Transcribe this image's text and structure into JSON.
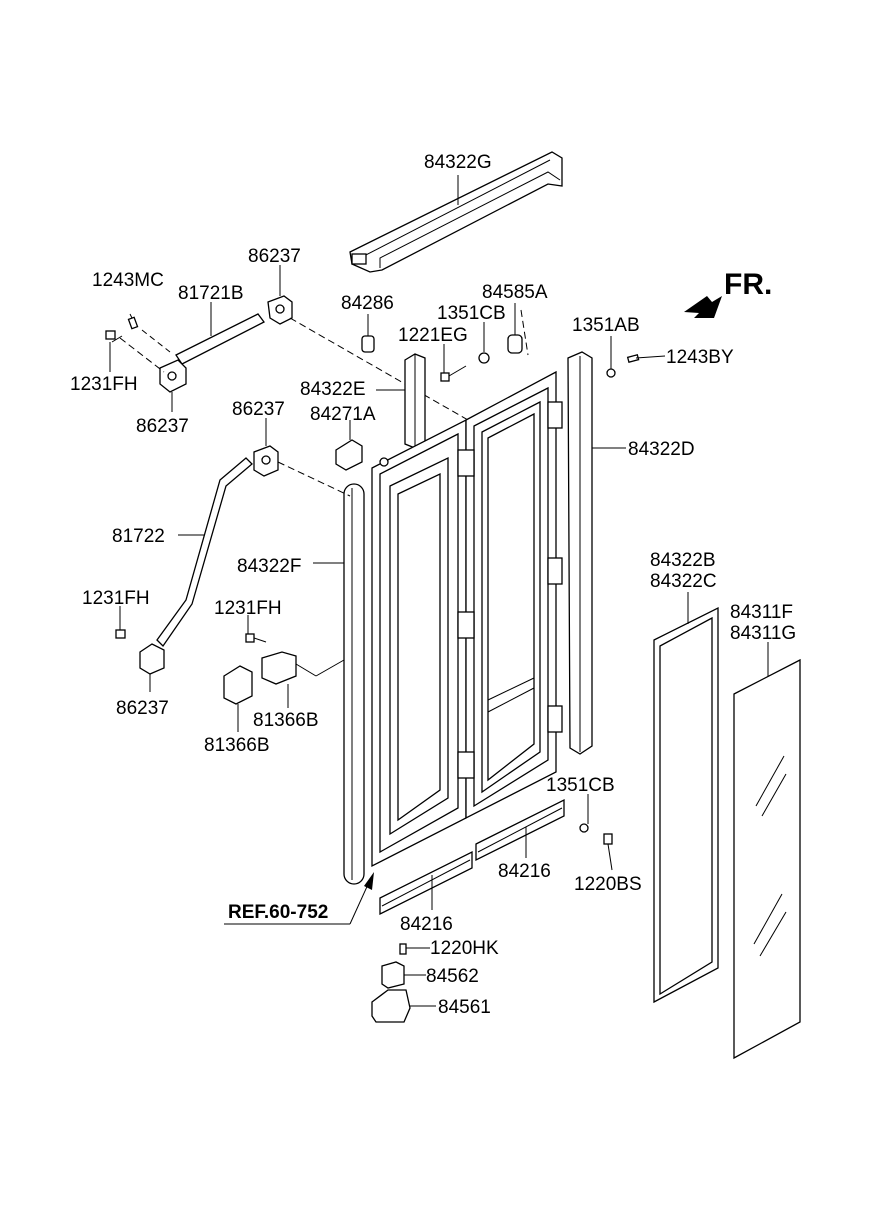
{
  "front_label": "FR.",
  "reference": "REF.60-752",
  "labels": {
    "p84322G": "84322G",
    "p86237_top": "86237",
    "p1243MC": "1243MC",
    "p81721B": "81721B",
    "p84286": "84286",
    "p84585A": "84585A",
    "p1351CB_top": "1351CB",
    "p1221EG": "1221EG",
    "p1351AB": "1351AB",
    "p1243BY": "1243BY",
    "p1231FH_a": "1231FH",
    "p86237_b": "86237",
    "p84322E": "84322E",
    "p86237_c": "86237",
    "p84271A": "84271A",
    "p84322D": "84322D",
    "p81722": "81722",
    "p84322F": "84322F",
    "p84322B": "84322B",
    "p84322C": "84322C",
    "p1231FH_b": "1231FH",
    "p1231FH_c": "1231FH",
    "p84311F": "84311F",
    "p84311G": "84311G",
    "p86237_d": "86237",
    "p81366B_a": "81366B",
    "p81366B_b": "81366B",
    "p1351CB_bot": "1351CB",
    "p84216_a": "84216",
    "p84216_b": "84216",
    "p1220BS": "1220BS",
    "p1220HK": "1220HK",
    "p84562": "84562",
    "p84561": "84561"
  }
}
